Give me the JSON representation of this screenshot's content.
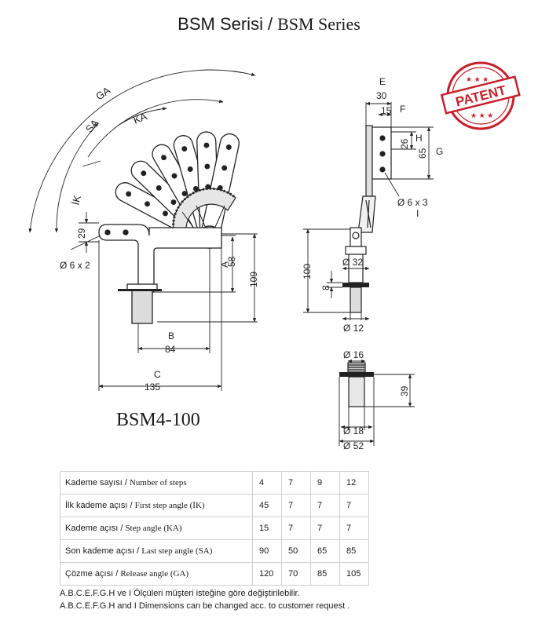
{
  "header": {
    "title_tr": "BSM Serisi",
    "separator": "/",
    "title_en": "BSM Series"
  },
  "stamp": {
    "text": "PATENT",
    "color": "#c8202a"
  },
  "side_view": {
    "angle_labels": {
      "ga": "GA",
      "sa": "SA",
      "ka": "KA",
      "ik": "İK"
    },
    "dims": {
      "d29": "29",
      "hole_left": "Ø 6 x 2",
      "a_letter": "A",
      "d58": "58",
      "d109": "109",
      "b_letter": "B",
      "d84": "84",
      "c_letter": "C",
      "d135": "135"
    }
  },
  "front_view": {
    "dims": {
      "e_letter": "E",
      "d30": "30",
      "d15": "15",
      "f_letter": "F",
      "d26": "26",
      "h_letter": "H",
      "d65": "65",
      "g_letter": "G",
      "hole_right": "Ø 6 x 3",
      "i_letter": "I",
      "d32": "Ø 32",
      "d100": "100",
      "d8": "8",
      "d12": "Ø 12"
    }
  },
  "base_view": {
    "dims": {
      "d16": "Ø 16",
      "d39": "39",
      "d18": "Ø 18",
      "d52": "Ø 52"
    }
  },
  "model_name": "BSM4-100",
  "spec_table": {
    "rows": [
      {
        "tr": "Kademe sayısı",
        "sep": " / ",
        "en": "Number of steps",
        "values": [
          "4",
          "7",
          "9",
          "12"
        ]
      },
      {
        "tr": "İlk kademe açısı",
        "sep": " / ",
        "en": "First step angle  (İK)",
        "values": [
          "45",
          "7",
          "7",
          "7"
        ]
      },
      {
        "tr": "Kademe açısı",
        "sep": " / ",
        "en": "Step angle  (KA)",
        "values": [
          "15",
          "7",
          "7",
          "7"
        ]
      },
      {
        "tr": "Son kademe açısı",
        "sep": " / ",
        "en": "Last step angle  (SA)",
        "values": [
          "90",
          "50",
          "65",
          "85"
        ]
      },
      {
        "tr": "Çözme açısı",
        "sep": " / ",
        "en": "Release angle  (GA)",
        "values": [
          "120",
          "70",
          "85",
          "105"
        ]
      }
    ]
  },
  "notes": {
    "tr": "A.B.C.E.F.G.H ve I  Ölçüleri müşteri isteğine göre değiştirilebilir.",
    "en": "A.B.C.E.F.G.H and I Dimensions can be changed acc. to customer request ."
  }
}
